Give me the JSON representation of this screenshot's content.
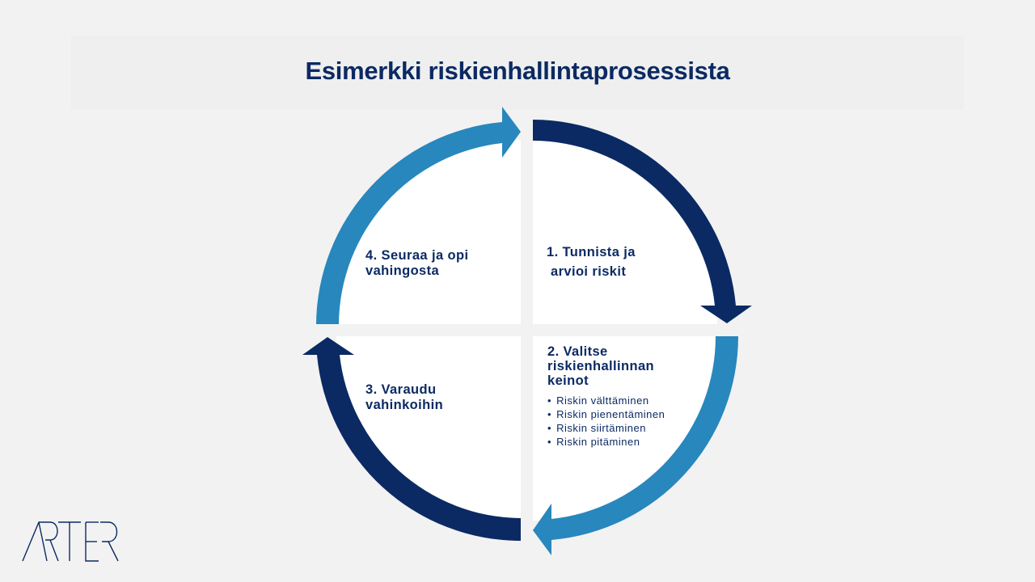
{
  "title": "Esimerkki riskienhallintaprosessista",
  "colors": {
    "navy": "#0b2a63",
    "blue": "#2887bd",
    "background": "#f2f2f2",
    "quadrant": "#ffffff"
  },
  "steps": [
    {
      "lines": [
        "1. Tunnista ja",
        "arvioi riskit"
      ],
      "arrow_color": "navy"
    },
    {
      "lines": [
        "2. Valitse",
        "riskienhallinnan",
        "keinot"
      ],
      "arrow_color": "blue",
      "bullets": [
        "Riskin välttäminen",
        "Riskin pienentäminen",
        "Riskin siirtäminen",
        "Riskin pitäminen"
      ]
    },
    {
      "lines": [
        "3. Varaudu",
        "vahinkoihin"
      ],
      "arrow_color": "navy"
    },
    {
      "lines": [
        "4. Seuraa ja opi",
        "vahingosta"
      ],
      "arrow_color": "blue"
    }
  ],
  "logo": {
    "text": "ARTER",
    "icon": "arter-logo"
  }
}
